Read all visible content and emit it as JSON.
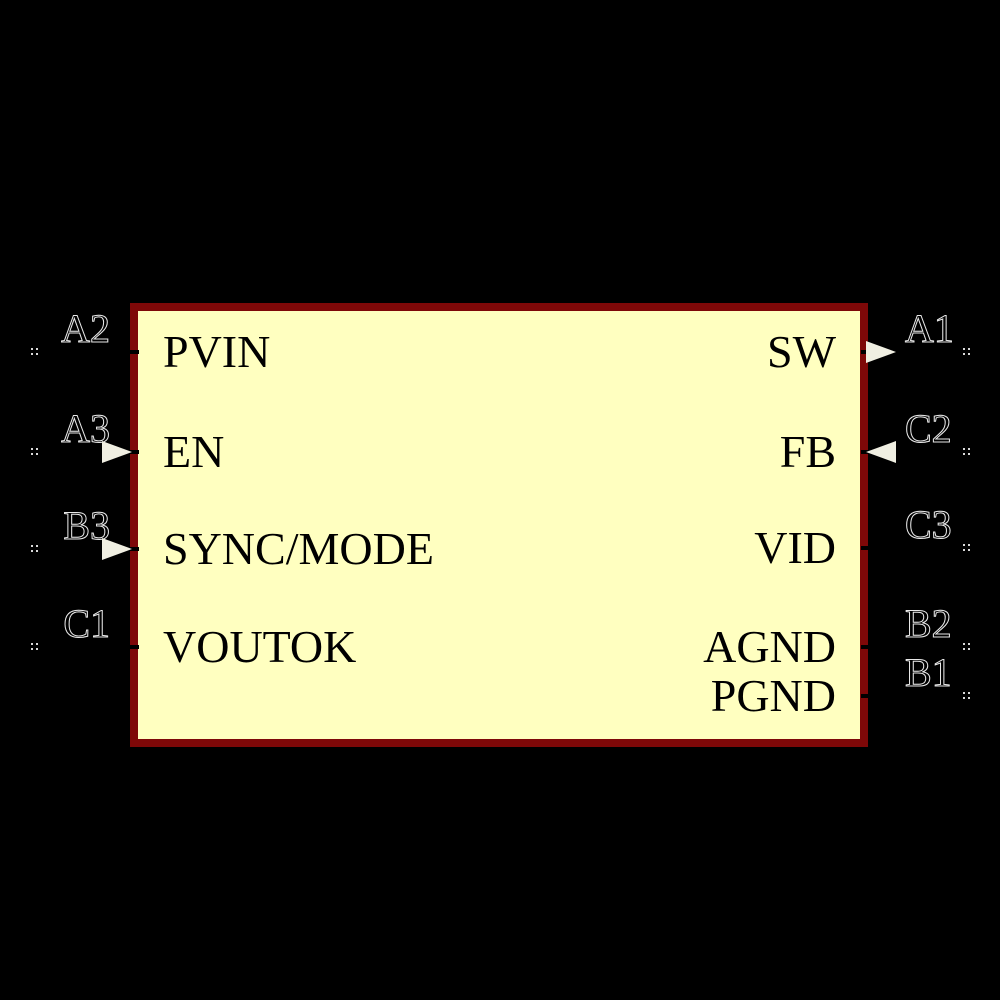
{
  "component": {
    "type": "schematic-symbol",
    "colors": {
      "background": "#000000",
      "body_fill": "#FFFFC0",
      "body_border": "#7E0808",
      "pin_text": "#000000",
      "designator_outline": "#E9E9E9",
      "arrow_fill": "#F0EFE2"
    },
    "pins": {
      "left": [
        {
          "designator": "A2",
          "name": "PVIN",
          "indicator": "stub"
        },
        {
          "designator": "A3",
          "name": "EN",
          "indicator": "arrow-in"
        },
        {
          "designator": "B3",
          "name": "SYNC/MODE",
          "indicator": "arrow-in"
        },
        {
          "designator": "C1",
          "name": "VOUTOK",
          "indicator": "stub"
        }
      ],
      "right": [
        {
          "designator": "A1",
          "name": "SW",
          "indicator": "arrow-out"
        },
        {
          "designator": "C2",
          "name": "FB",
          "indicator": "arrow-in"
        },
        {
          "designator": "C3",
          "name": "VID",
          "indicator": "stub"
        },
        {
          "designator": "B2",
          "name": "AGND",
          "indicator": "stub"
        },
        {
          "designator": "B1",
          "name": "PGND",
          "indicator": "stub"
        }
      ]
    }
  }
}
